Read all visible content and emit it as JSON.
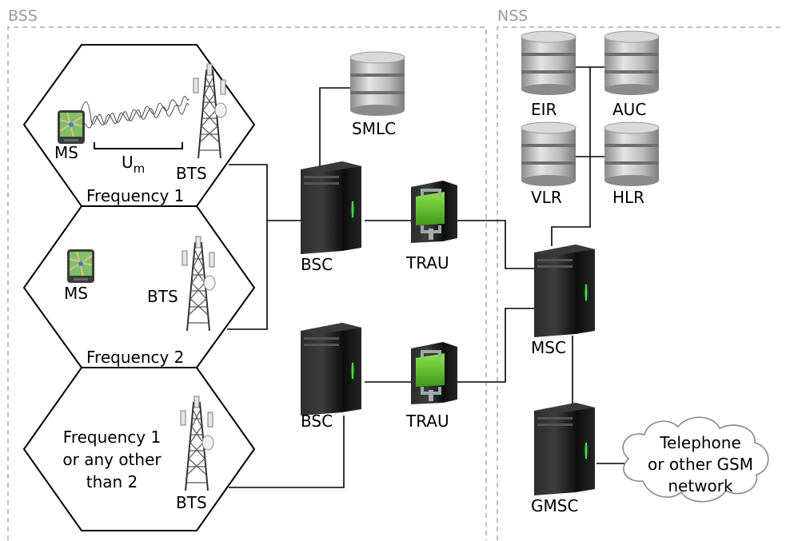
{
  "regions": {
    "bss": "BSS",
    "nss": "NSS"
  },
  "cells": {
    "cell1": {
      "ms": "MS",
      "bts": "BTS",
      "frequency": "Frequency 1",
      "interface": "U",
      "interface_sub": "m"
    },
    "cell2": {
      "ms": "MS",
      "bts": "BTS",
      "frequency": "Frequency 2"
    },
    "cell3": {
      "bts": "BTS",
      "frequency_lines": [
        "Frequency 1",
        "or any other",
        "than 2"
      ]
    }
  },
  "nodes": {
    "smlc": "SMLC",
    "bsc1": "BSC",
    "bsc2": "BSC",
    "trau1": "TRAU",
    "trau2": "TRAU",
    "msc": "MSC",
    "gmsc": "GMSC",
    "eir": "EIR",
    "auc": "AUC",
    "vlr": "VLR",
    "hlr": "HLR"
  },
  "cloud": {
    "lines": [
      "Telephone",
      "or other GSM",
      "network"
    ]
  },
  "colors": {
    "server_body": "#1a1a1a",
    "server_led": "#2ecc40",
    "trau_clamp": "#66cc33",
    "db_silver": "#b8b8b8",
    "region_border": "#aaaaaa"
  }
}
